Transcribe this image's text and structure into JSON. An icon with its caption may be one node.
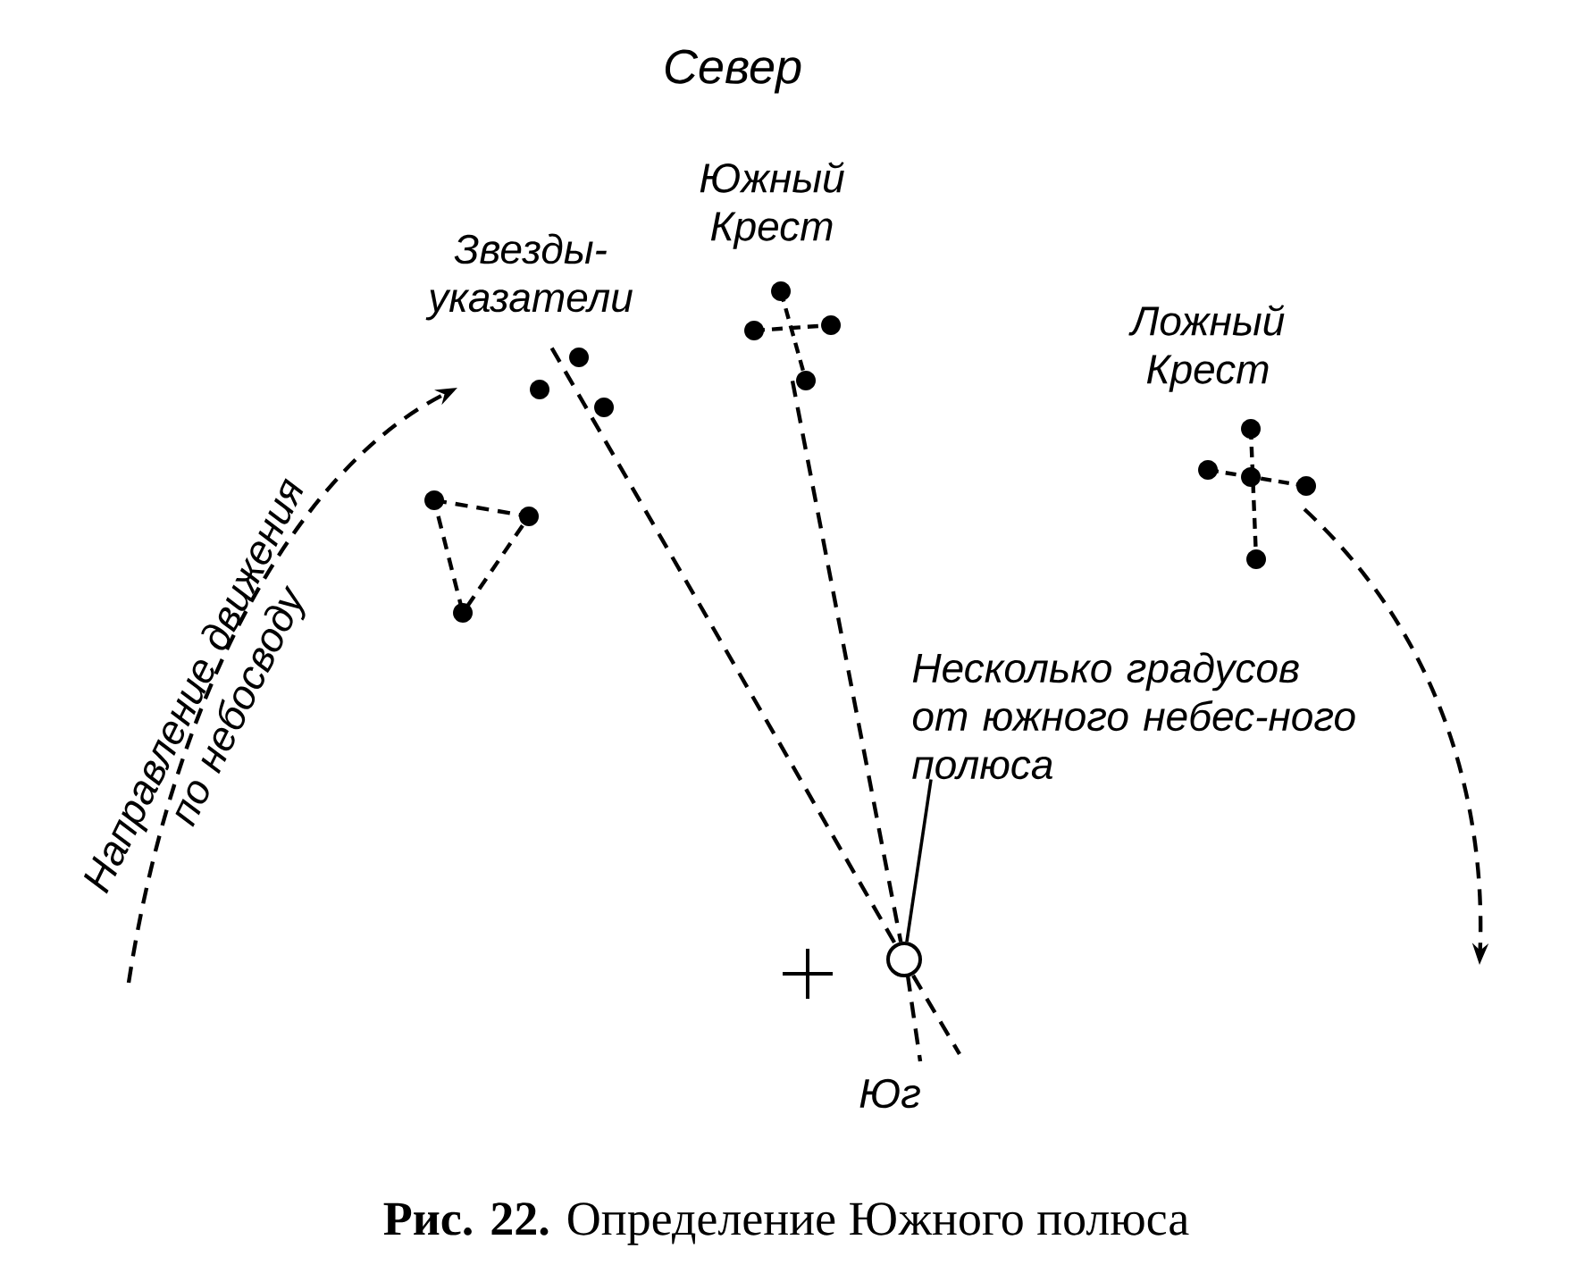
{
  "diagram": {
    "caption": "**Рис. 22.** Определение Южного полюса",
    "nodes": [
      {
        "text": [],
        "shape": "stars",
        "beside": [
          "Звезды-указатели"
        ]
      },
      {
        "text": [],
        "shape": "stars",
        "beside": [
          "Южный Крест"
        ]
      },
      {
        "text": [],
        "shape": "stars",
        "beside": [
          "Ложный Крест"
        ]
      },
      {
        "text": [],
        "shape": "circle",
        "beside": [
          "Юг"
        ]
      },
      {
        "text": [
          "Несколько градусов от южного небес-ного полюса"
        ]
      }
    ],
    "edges": [
      {
        "from": 0,
        "to": 3,
        "arrow": "none",
        "style": "dashed"
      },
      {
        "from": 1,
        "to": 3,
        "arrow": "none",
        "style": "dashed"
      },
      {
        "from": 4,
        "to": 3,
        "arrow": "none"
      }
    ],
    "labels": [
      "Север",
      "Направление движения по небосводу"
    ]
  }
}
